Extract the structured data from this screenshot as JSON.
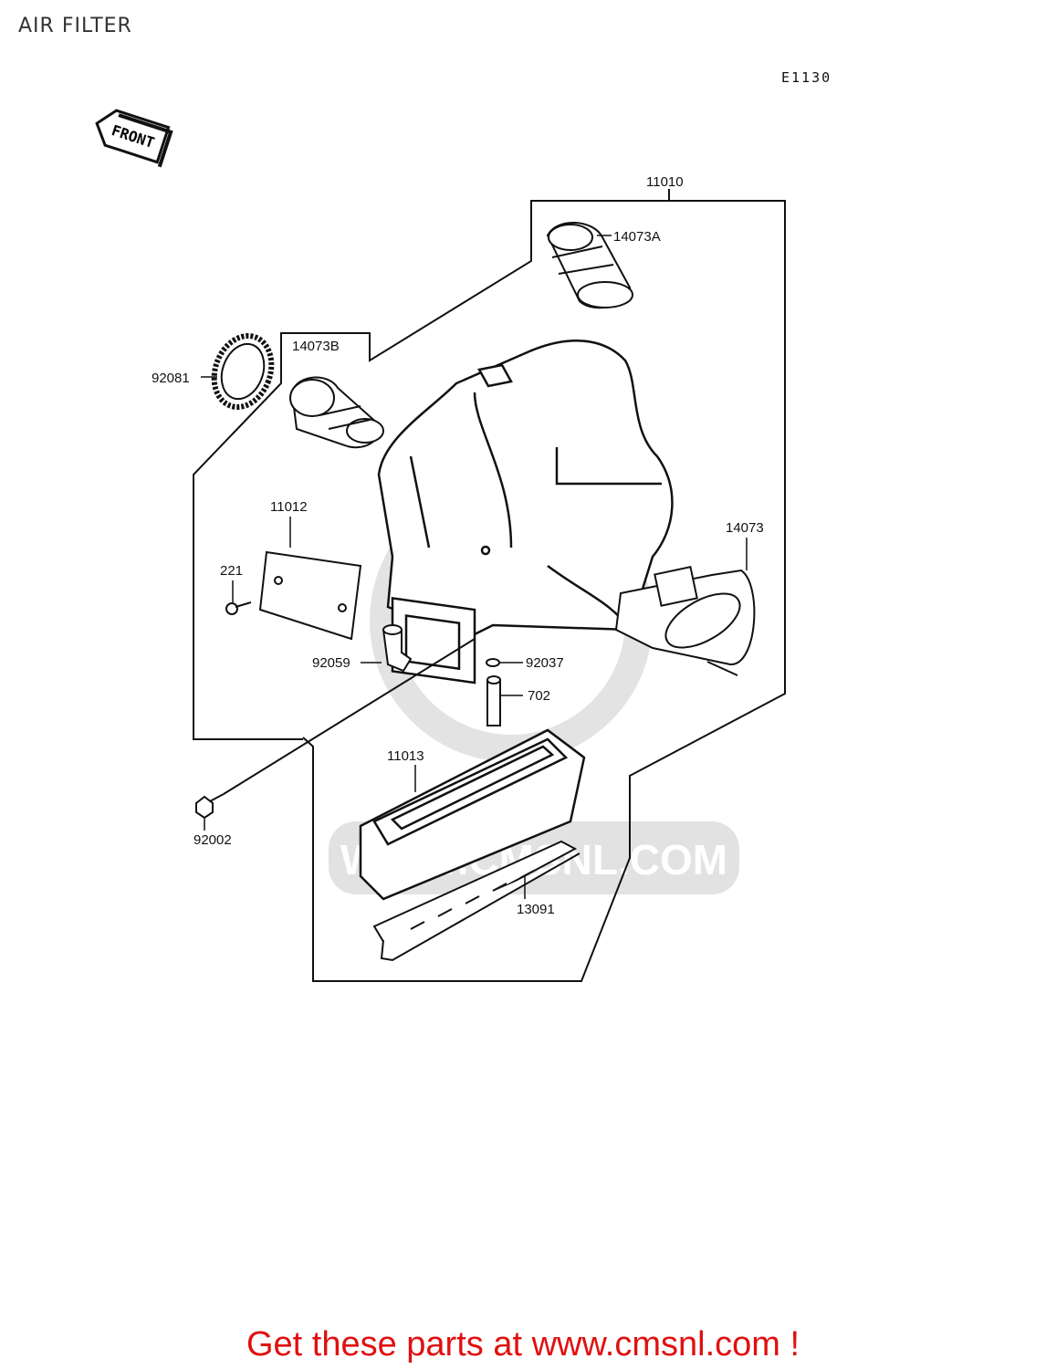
{
  "title": "AIR FILTER",
  "diagram_code": "E1130",
  "front_indicator": "FRONT",
  "watermark": "WWW.CMSNL.COM",
  "parts": [
    {
      "number": "11010"
    },
    {
      "number": "14073A"
    },
    {
      "number": "14073B"
    },
    {
      "number": "92081"
    },
    {
      "number": "11012"
    },
    {
      "number": "14073"
    },
    {
      "number": "221"
    },
    {
      "number": "92059"
    },
    {
      "number": "92037"
    },
    {
      "number": "702"
    },
    {
      "number": "11013"
    },
    {
      "number": "92002"
    },
    {
      "number": "13091"
    }
  ],
  "footer": "Get these parts at www.cmsnl.com !",
  "colors": {
    "line": "#111111",
    "footer": "#e01010",
    "watermark": "#d9d9d9"
  }
}
